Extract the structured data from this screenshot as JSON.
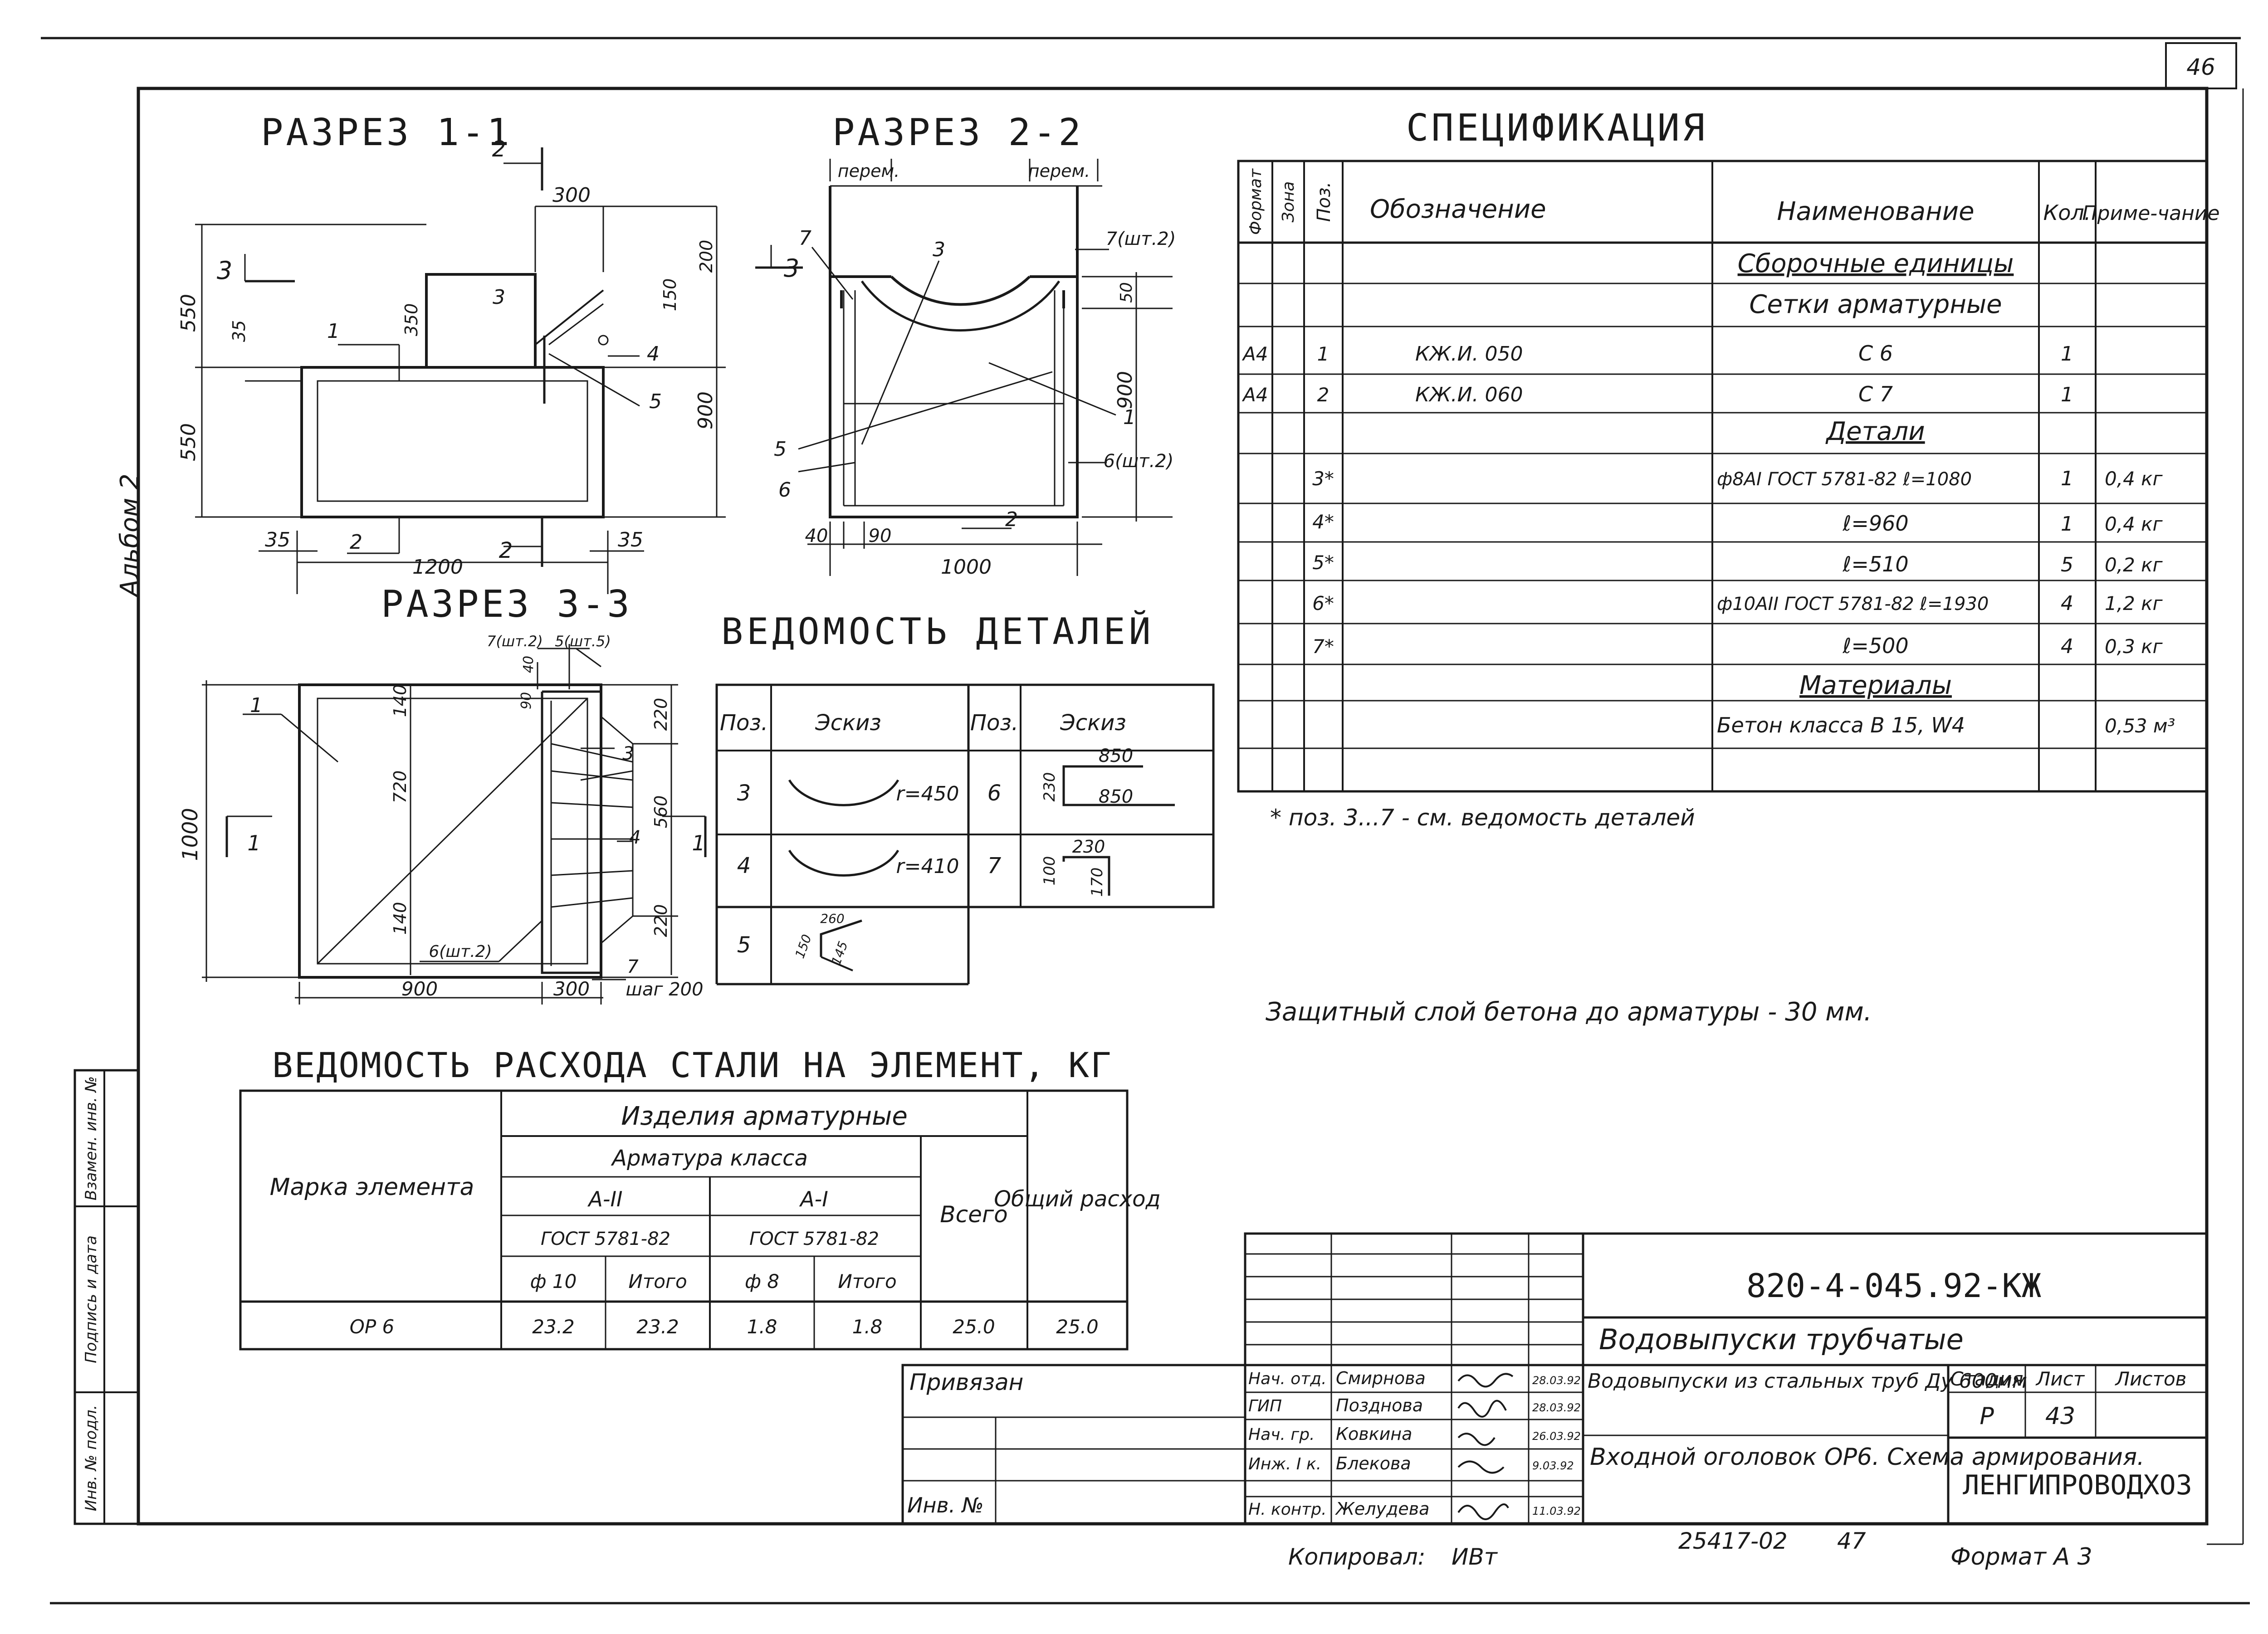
{
  "page_number": "46",
  "album": "Альбом 2",
  "sections": {
    "s11": {
      "title": "РАЗРЕЗ 1-1",
      "dims": [
        "550",
        "550",
        "35",
        "300",
        "200",
        "350",
        "150",
        "900",
        "35",
        "1200",
        "35"
      ],
      "cut_labels": [
        "2",
        "2",
        "3"
      ],
      "pos": [
        "1",
        "2",
        "3",
        "4",
        "5"
      ]
    },
    "s22": {
      "title": "РАЗРЕЗ 2-2",
      "dims": [
        "перем.",
        "перем.",
        "50",
        "900",
        "40",
        "90",
        "1000"
      ],
      "cut_label": "3",
      "pos": [
        "7",
        "7(шт.2)",
        "3",
        "5",
        "6",
        "1",
        "6(шт.2)",
        "2"
      ]
    },
    "s33": {
      "title": "РАЗРЕЗ 3-3",
      "dims": [
        "40",
        "90",
        "140",
        "220",
        "720",
        "560",
        "140",
        "220",
        "1000",
        "900",
        "300",
        "шаг 200"
      ],
      "pos": [
        "7(шт.2)",
        "5(шт.5)",
        "1",
        "3",
        "4",
        "6(шт.2)",
        "7"
      ],
      "cut_labels": [
        "1",
        "1"
      ]
    }
  },
  "details": {
    "title": "ВЕДОМОСТЬ ДЕТАЛЕЙ",
    "col_pos": "Поз.",
    "col_sketch": "Эскиз",
    "rows": [
      {
        "pos": "3",
        "note": "r=450"
      },
      {
        "pos": "4",
        "note": "r=410"
      },
      {
        "pos": "5",
        "note": "",
        "d1": "260",
        "d2": "150",
        "d3": "145"
      },
      {
        "pos": "6",
        "d1": "850",
        "d2": "850",
        "d3": "230"
      },
      {
        "pos": "7",
        "d1": "230",
        "d2": "100",
        "d3": "170"
      }
    ]
  },
  "spec": {
    "title": "СПЕЦИФИКАЦИЯ",
    "headers": {
      "format": "Формат",
      "zone": "Зона",
      "pos": "Поз.",
      "designation": "Обозначение",
      "name": "Наименование",
      "qty": "Кол.",
      "note": "Приме-чание"
    },
    "rows": [
      {
        "format": "",
        "pos": "",
        "des": "",
        "name": "Сборочные единицы",
        "qty": "",
        "note": "",
        "heading": true
      },
      {
        "format": "",
        "pos": "",
        "des": "",
        "name": "Сетки арматурные",
        "qty": "",
        "note": ""
      },
      {
        "format": "А4",
        "pos": "1",
        "des": "КЖ.И. 050",
        "name": "С 6",
        "qty": "1",
        "note": ""
      },
      {
        "format": "А4",
        "pos": "2",
        "des": "КЖ.И. 060",
        "name": "С 7",
        "qty": "1",
        "note": ""
      },
      {
        "format": "",
        "pos": "",
        "des": "",
        "name": "Детали",
        "qty": "",
        "note": "",
        "heading": true
      },
      {
        "format": "",
        "pos": "3*",
        "des": "",
        "name": "ф8АI ГОСТ 5781-82 ℓ=1080",
        "qty": "1",
        "note": "0,4 кг"
      },
      {
        "format": "",
        "pos": "4*",
        "des": "",
        "name": "ℓ=960",
        "qty": "1",
        "note": "0,4 кг"
      },
      {
        "format": "",
        "pos": "5*",
        "des": "",
        "name": "ℓ=510",
        "qty": "5",
        "note": "0,2 кг"
      },
      {
        "format": "",
        "pos": "6*",
        "des": "",
        "name": "ф10АII ГОСТ 5781-82 ℓ=1930",
        "qty": "4",
        "note": "1,2 кг"
      },
      {
        "format": "",
        "pos": "7*",
        "des": "",
        "name": "ℓ=500",
        "qty": "4",
        "note": "0,3 кг"
      },
      {
        "format": "",
        "pos": "",
        "des": "",
        "name": "Материалы",
        "qty": "",
        "note": "",
        "heading": true
      },
      {
        "format": "",
        "pos": "",
        "des": "",
        "name": "Бетон класса В 15, W4",
        "qty": "",
        "note": "0,53 м³"
      }
    ],
    "footnote": "* поз. 3...7 - см. ведомость деталей",
    "cover_note": "Защитный слой бетона до арматуры - 30 мм."
  },
  "steel": {
    "title": "ВЕДОМОСТЬ РАСХОДА СТАЛИ НА ЭЛЕМЕНТ, КГ",
    "h_mark": "Марка элемента",
    "h_products": "Изделия арматурные",
    "h_class": "Арматура класса",
    "h_a2": "А-II",
    "h_a1": "А-I",
    "h_gost_a": "ГОСТ 5781-82",
    "h_gost_b": "ГОСТ 5781-82",
    "h_d10": "ф 10",
    "h_total_a": "Итого",
    "h_d8": "ф 8",
    "h_total_b": "Итого",
    "h_all": "Всего",
    "h_general": "Общий расход",
    "row": {
      "mark": "ОР 6",
      "d10": "23.2",
      "tot1": "23.2",
      "d8": "1.8",
      "tot2": "1.8",
      "all": "25.0",
      "general": "25.0"
    }
  },
  "stamp": {
    "code": "820-4-045.92-КЖ",
    "project": "Водовыпуски трубчатые",
    "title_a": "Водовыпуски из стальных труб Ду 600мм",
    "title_b": "Входной оголовок ОР6. Схема армирования.",
    "stage_h": "Стадия",
    "sheet_h": "Лист",
    "sheets_h": "Листов",
    "stage": "Р",
    "sheet": "43",
    "sheets": "",
    "org": "ЛЕНГИПРОВОДХОЗ",
    "bound": "Привязан",
    "inv": "Инв. №",
    "people": [
      {
        "role": "Нач. отд.",
        "name": "Смирнова",
        "date": "28.03.92"
      },
      {
        "role": "ГИП",
        "name": "Позднова",
        "date": "28.03.92"
      },
      {
        "role": "Нач. гр.",
        "name": "Ковкина",
        "date": "26.03.92"
      },
      {
        "role": "Инж. I к.",
        "name": "Блекова",
        "date": "9.03.92"
      },
      {
        "role": "",
        "name": "",
        "date": ""
      },
      {
        "role": "Н. контр.",
        "name": "Желудева",
        "date": "11.03.92"
      }
    ]
  },
  "side": {
    "a": "Взамен. инв. №",
    "b": "Подпись и дата",
    "c": "Инв. № подл."
  },
  "bottom": {
    "copied": "Копировал:",
    "copier": "ИВт",
    "number": "25417-02",
    "num2": "47",
    "format": "Формат А 3"
  }
}
